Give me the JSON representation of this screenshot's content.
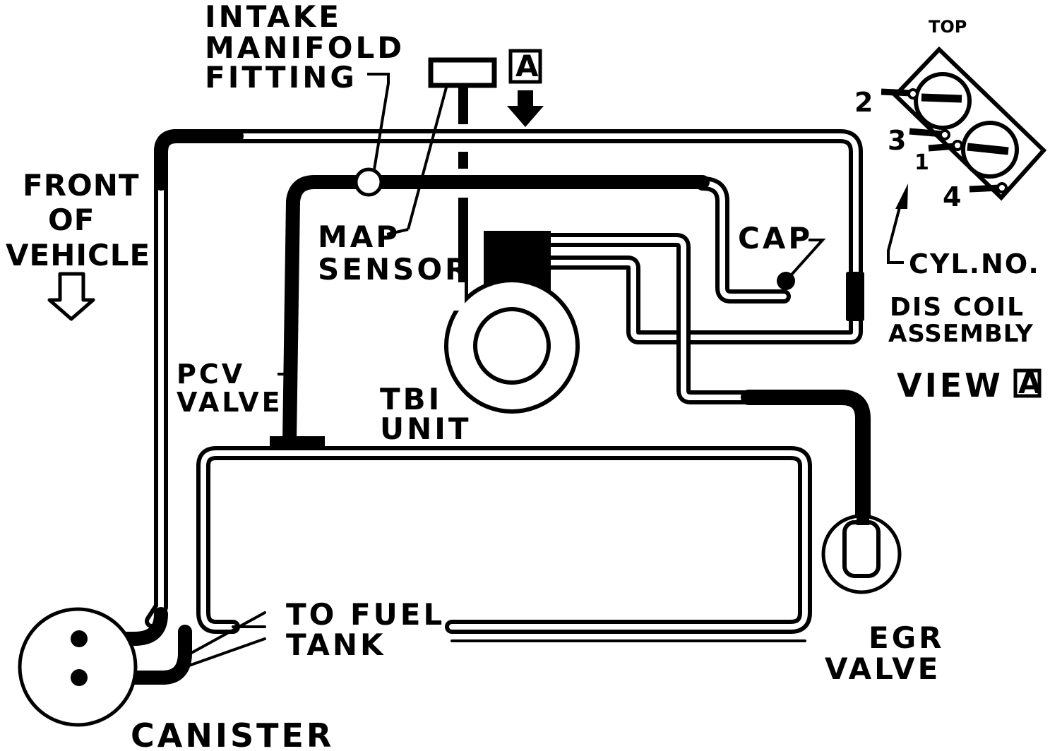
{
  "labels": {
    "intake_1": "INTAKE",
    "intake_2": "MANIFOLD",
    "intake_3": "FITTING",
    "view_marker": "A",
    "front_1": "FRONT",
    "front_2": "OF",
    "front_3": "VEHICLE",
    "map_1": "MAP",
    "map_2": "SENSOR",
    "cap": "CAP",
    "pcv_1": "PCV",
    "pcv_2": "VALVE",
    "tbi_1": "TBI",
    "tbi_2": "UNIT",
    "fuel_1": "TO FUEL",
    "fuel_2": "TANK",
    "egr_1": "EGR",
    "egr_2": "VALVE",
    "canister": "CANISTER",
    "top": "TOP",
    "cyl_2": "2",
    "cyl_3": "3",
    "cyl_1": "1",
    "cyl_4": "4",
    "cyl_no": "CYL.NO.",
    "dis_1": "DIS COIL",
    "dis_2": "ASSEMBLY",
    "view_text": "VIEW",
    "view_box": "A"
  }
}
